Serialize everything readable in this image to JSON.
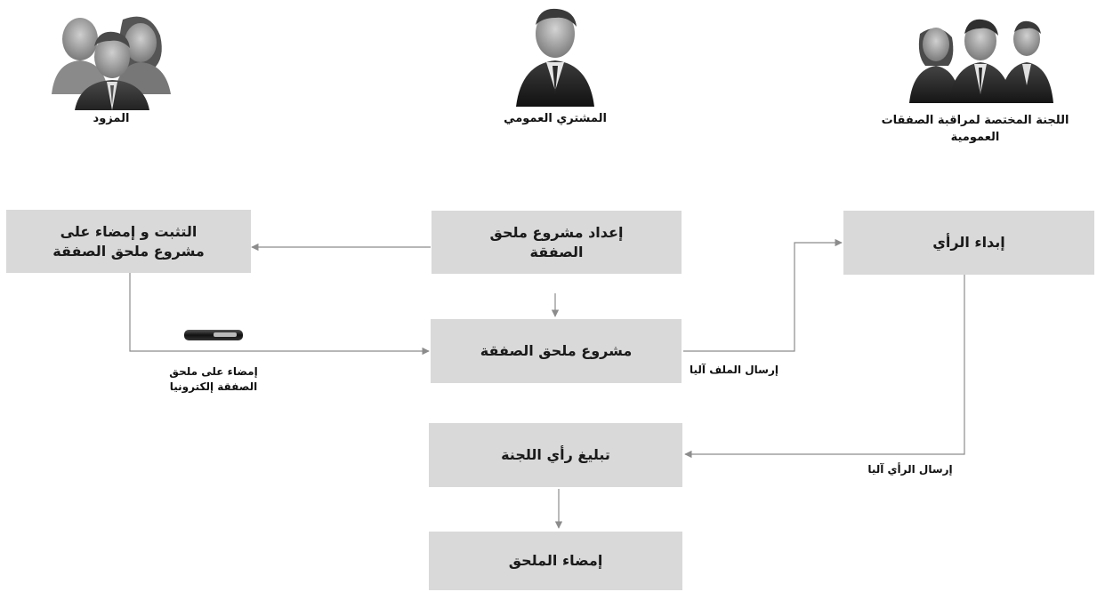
{
  "actors": {
    "supplier": {
      "label": "المزود",
      "icon": "supplier-group-icon"
    },
    "buyer": {
      "label": "المشتري العمومي",
      "icon": "buyer-person-icon"
    },
    "committee": {
      "label_line1": "اللجنة المختصة لمراقبة الصفقات",
      "label_line2": "العمومية",
      "icon": "committee-group-icon"
    }
  },
  "boxes": {
    "verify_sign": {
      "line1": "التثبت و إمضاء على",
      "line2": "مشروع  ملحق الصفقة"
    },
    "prepare_draft": {
      "line1": "إعداد  مشروع ملحق",
      "line2": "الصفقة"
    },
    "give_opinion": {
      "line1": "إبداء الرأي"
    },
    "draft_annex": {
      "line1": "مشروع ملحق الصفقة"
    },
    "notify_opinion": {
      "line1": "تبليغ رأي اللجنة"
    },
    "sign_annex": {
      "line1": "إمضاء الملحق"
    }
  },
  "notes": {
    "esign": {
      "line1": "إمضاء على ملحق",
      "line2": "الصفقة إلكترونيا",
      "icon": "usb-token-icon"
    },
    "send_file": "إرسال الملف آليا",
    "send_opinion": "إرسال الرأي آليا"
  },
  "colors": {
    "box_fill": "#d9d9d9",
    "arrow": "#8c8c8c",
    "text": "#111111"
  }
}
